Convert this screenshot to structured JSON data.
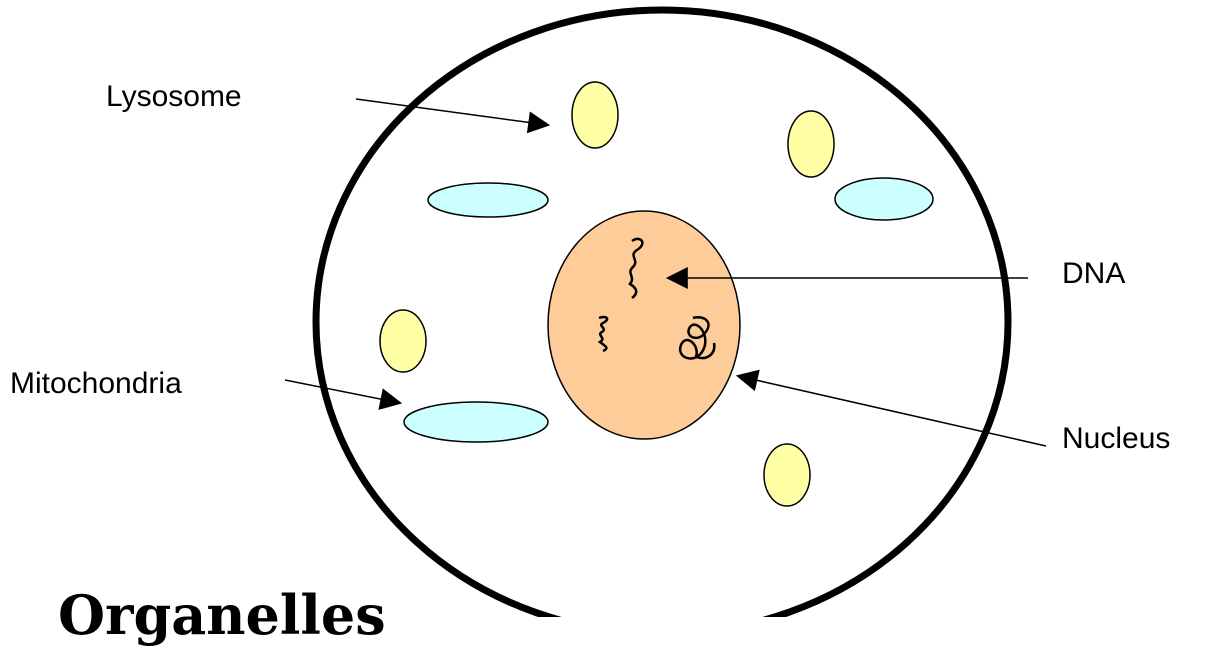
{
  "labels": {
    "lysosome": "Lysosome",
    "dna": "DNA",
    "mitochondria": "Mitochondria",
    "nucleus": "Nucleus"
  },
  "heading": "Organelles",
  "colors": {
    "membrane": "#000000",
    "lysosome_fill": "#ffffa6",
    "mitochondria_fill": "#ccffff",
    "nucleus_fill": "#fdcc99",
    "arrow": "#000000"
  }
}
